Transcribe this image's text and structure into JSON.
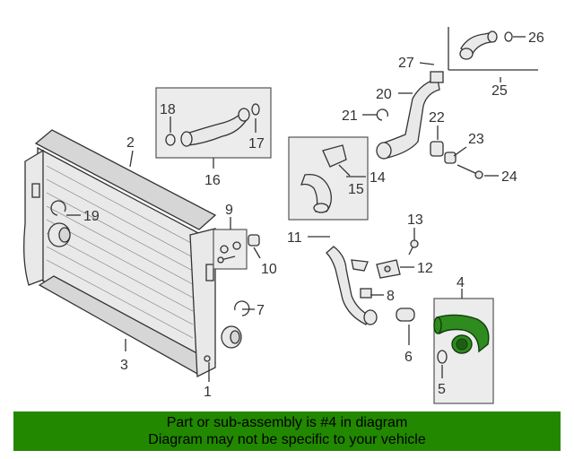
{
  "diagram": {
    "callouts": {
      "c1": "1",
      "c2": "2",
      "c3": "3",
      "c4": "4",
      "c5": "5",
      "c6": "6",
      "c7": "7",
      "c8": "8",
      "c9": "9",
      "c10": "10",
      "c11": "11",
      "c12": "12",
      "c13": "13",
      "c14": "14",
      "c15": "15",
      "c16": "16",
      "c17": "17",
      "c18": "18",
      "c19": "19",
      "c20": "20",
      "c21": "21",
      "c22": "22",
      "c23": "23",
      "c24": "24",
      "c25": "25",
      "c26": "26",
      "c27": "27"
    },
    "highlight_color": "#2e8b1e"
  },
  "banner": {
    "line1": "Part or sub-assembly is #4 in diagram",
    "line2": "Diagram may not be specific to your vehicle",
    "background": "#228800"
  }
}
